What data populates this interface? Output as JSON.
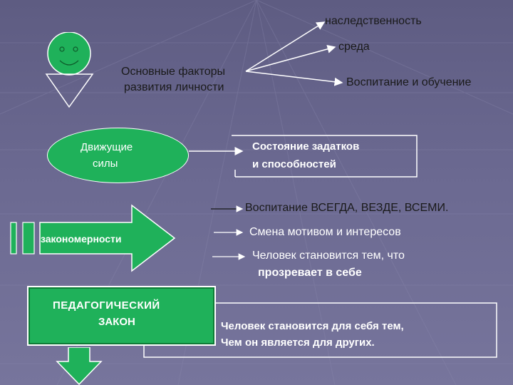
{
  "factors": {
    "title_line1": "Основные факторы",
    "title_line2": "развития личности",
    "heredity": "наследственность",
    "environment": "среда",
    "upbringing": "Воспитание и обучение"
  },
  "driving_forces": {
    "line1": "Движущие",
    "line2": "силы",
    "result_line1": "Состояние задатков",
    "result_line2": "и способностей"
  },
  "regularities": {
    "label": "закономерности",
    "item1": "Воспитание ВСЕГДА, ВЕЗДЕ, ВСЕМИ.",
    "item2": "Смена мотивом и интересов",
    "item3_line1": "Человек становится тем, что",
    "item3_line2": "прозревает в себе"
  },
  "law": {
    "line1": "ПЕДАГОГИЧЕСКИЙ",
    "line2": "ЗАКОН",
    "text_line1": "Человек становится для себя тем,",
    "text_line2": "Чем он является для других."
  },
  "colors": {
    "green": "#1fb15a",
    "green_dark": "#0e7a36",
    "background": "#6b6991"
  }
}
